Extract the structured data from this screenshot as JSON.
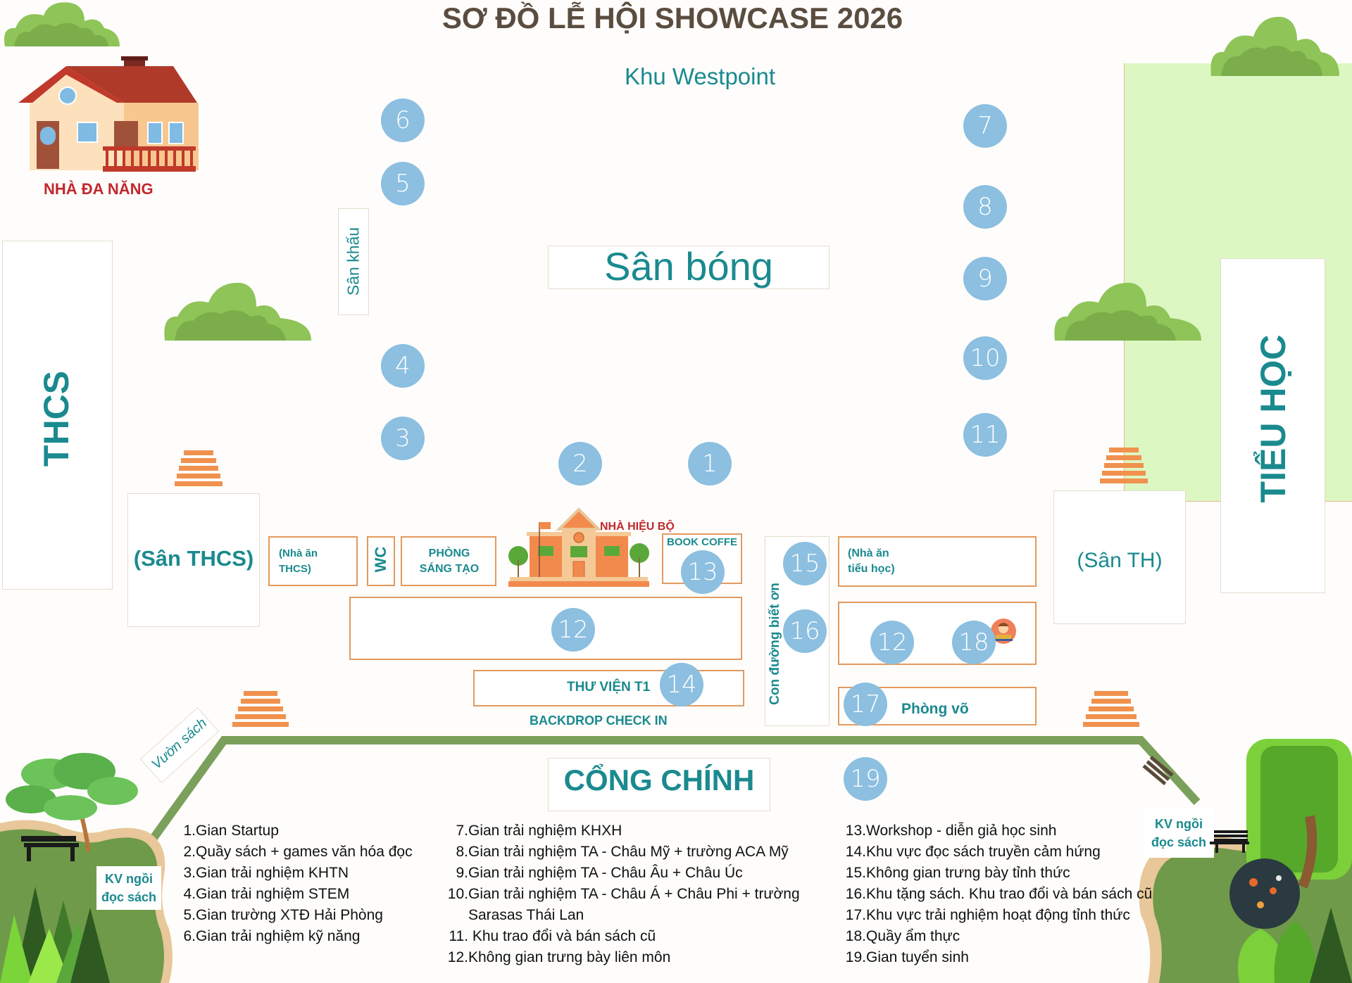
{
  "title": "SƠ ĐỒ LỄ HỘI SHOWCASE 2026",
  "areas": {
    "westpoint": "Khu Westpoint",
    "nha_da_nang": "NHÀ ĐA NĂNG",
    "san_khau": "Sân khấu",
    "san_bong": "Sân bóng",
    "thcs": "THCS",
    "san_thcs": "(Sân THCS)",
    "tieu_hoc": "TIỂU HỌC",
    "san_th": "(Sân TH)",
    "nha_an_thcs": "(Nhà ăn THCS)",
    "wc": "WC",
    "phong_sang_tao": "PHÒNG SÁNG TẠO",
    "nha_hieu_bo": "NHÀ HIỆU BỘ",
    "book_coffe": "BOOK COFFE",
    "thu_vien": "THƯ VIỆN T1",
    "backdrop": "BACKDROP CHECK IN",
    "con_duong": "Con đường biết ơn",
    "nha_an_th": "(Nhà ăn tiểu học)",
    "phong_vo": "Phòng võ",
    "cong_chinh": "CỔNG CHÍNH",
    "vuon_sach": "Vườn sách",
    "kv_ngoi_left": "KV ngồi đọc sách",
    "kv_ngoi_right": "KV ngồi đọc sách"
  },
  "markers": [
    "1",
    "2",
    "3",
    "4",
    "5",
    "6",
    "7",
    "8",
    "9",
    "10",
    "11",
    "12",
    "12",
    "13",
    "14",
    "15",
    "16",
    "17",
    "18",
    "19"
  ],
  "legend": [
    {
      "num": "1.",
      "text": "Gian Startup"
    },
    {
      "num": "2.",
      "text": "Quầy sách + games văn hóa đọc"
    },
    {
      "num": "3.",
      "text": "Gian trải nghiệm KHTN"
    },
    {
      "num": "4.",
      "text": "Gian trải nghiệm STEM"
    },
    {
      "num": "5.",
      "text": "Gian trường XTĐ Hải Phòng"
    },
    {
      "num": "6.",
      "text": "Gian trải nghiệm kỹ năng"
    },
    {
      "num": "7.",
      "text": "Gian trải nghiệm KHXH"
    },
    {
      "num": "8.",
      "text": "Gian trải nghiệm TA - Châu Mỹ + trường ACA Mỹ"
    },
    {
      "num": "9.",
      "text": "Gian trải nghiệm TA - Châu Âu + Châu Úc"
    },
    {
      "num": "10.",
      "text": "Gian trải nghiệm TA - Châu Á + Châu Phi + trường"
    },
    {
      "num": "",
      "text": "Sarasas Thái Lan"
    },
    {
      "num": "11.",
      "text": " Khu trao đổi và bán sách cũ"
    },
    {
      "num": "12.",
      "text": "Không gian trưng bày liên môn"
    },
    {
      "num": "13.",
      "text": "Workshop - diễn giả học sinh"
    },
    {
      "num": "14.",
      "text": "Khu vực đọc sách truyền cảm hứng"
    },
    {
      "num": "15.",
      "text": "Không gian trưng bày tỉnh thức"
    },
    {
      "num": "16.",
      "text": "Khu tặng sách. Khu trao đổi và bán sách cũ"
    },
    {
      "num": "17.",
      "text": "Khu vực trải nghiệm hoạt động tỉnh thức"
    },
    {
      "num": "18.",
      "text": "Quầy ẩm thực"
    },
    {
      "num": "19.",
      "text": "Gian tuyển sinh"
    }
  ],
  "colors": {
    "title": "#5a4d40",
    "teal": "#1a8a8f",
    "marker": "#8cbfe0",
    "border_orange": "#e39a5f",
    "path_green": "#7ba05b",
    "lawn": "#dcf7c2",
    "red_label": "#c0282d"
  }
}
